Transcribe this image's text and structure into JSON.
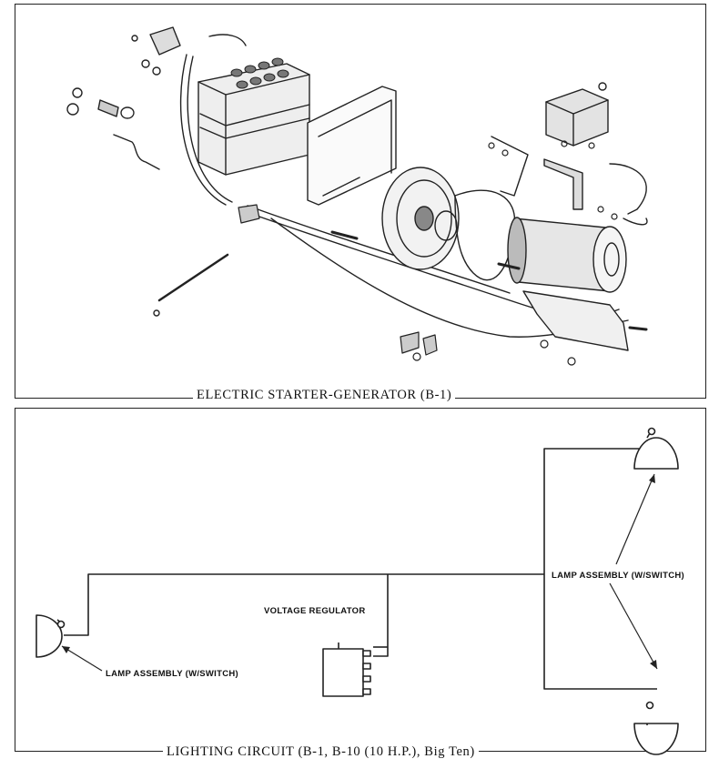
{
  "captions": {
    "top": "ELECTRIC STARTER-GENERATOR (B-1)",
    "bottom": "LIGHTING CIRCUIT (B-1, B-10 (10 H.P.), Big Ten)"
  },
  "labels": {
    "voltage_regulator": "VOLTAGE REGULATOR",
    "lamp_left": "LAMP ASSEMBLY (W/SWITCH)",
    "lamp_right": "LAMP ASSEMBLY (W/SWITCH)"
  },
  "colors": {
    "ink": "#222222",
    "paper": "#ffffff",
    "shade": "#9a9a9a"
  }
}
